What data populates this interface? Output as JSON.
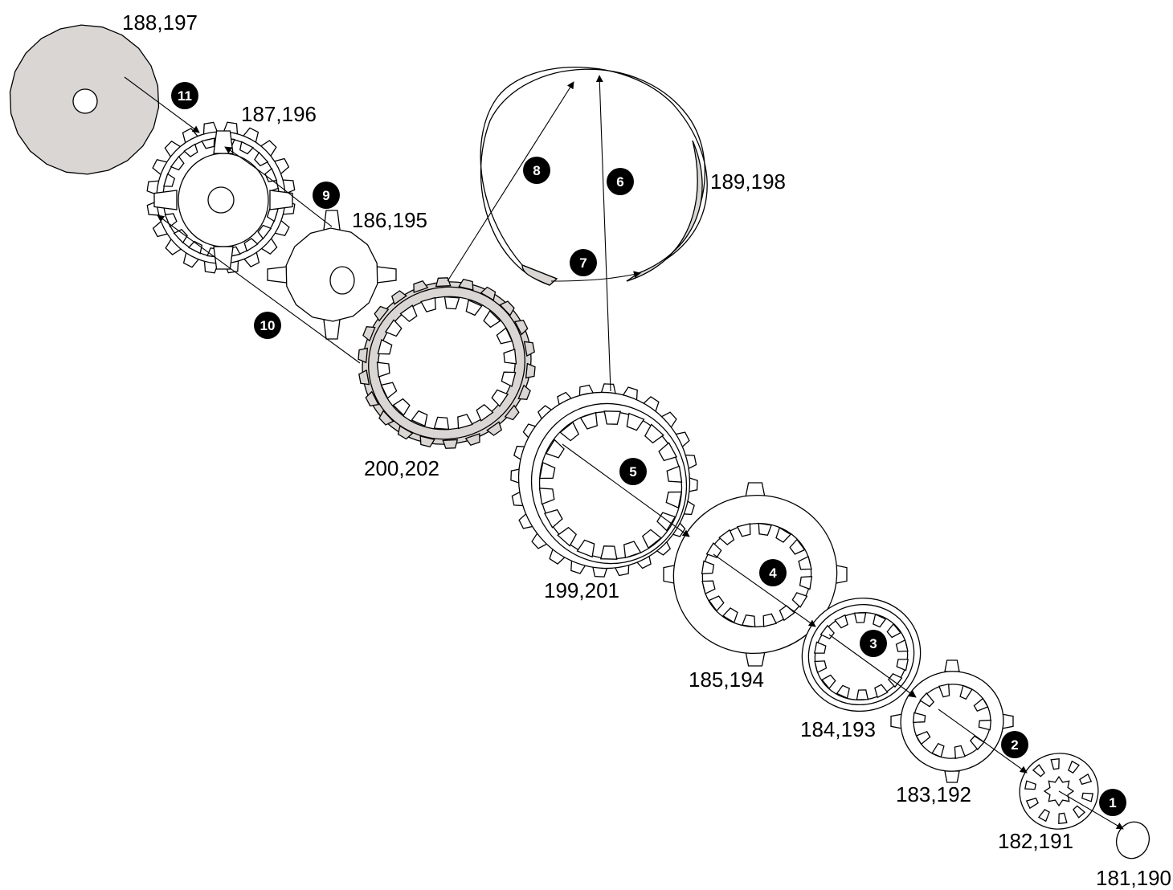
{
  "parts": [
    {
      "id": "p1",
      "label": "181,190"
    },
    {
      "id": "p2",
      "label": "182,191"
    },
    {
      "id": "p3",
      "label": "183,192"
    },
    {
      "id": "p4",
      "label": "184,193"
    },
    {
      "id": "p5",
      "label": "185,194"
    },
    {
      "id": "p6",
      "label": "199,201"
    },
    {
      "id": "p7",
      "label": "200,202"
    },
    {
      "id": "p8",
      "label": "189,198"
    },
    {
      "id": "p9",
      "label": "186,195"
    },
    {
      "id": "p10",
      "label": "187,196"
    },
    {
      "id": "p11",
      "label": "188,197"
    }
  ],
  "steps": [
    "1",
    "2",
    "3",
    "4",
    "5",
    "6",
    "7",
    "8",
    "9",
    "10",
    "11"
  ],
  "colors": {
    "outline": "#000000",
    "shaded_fill": "#d9d6d3",
    "badge": "#000000",
    "background": "#ffffff"
  }
}
